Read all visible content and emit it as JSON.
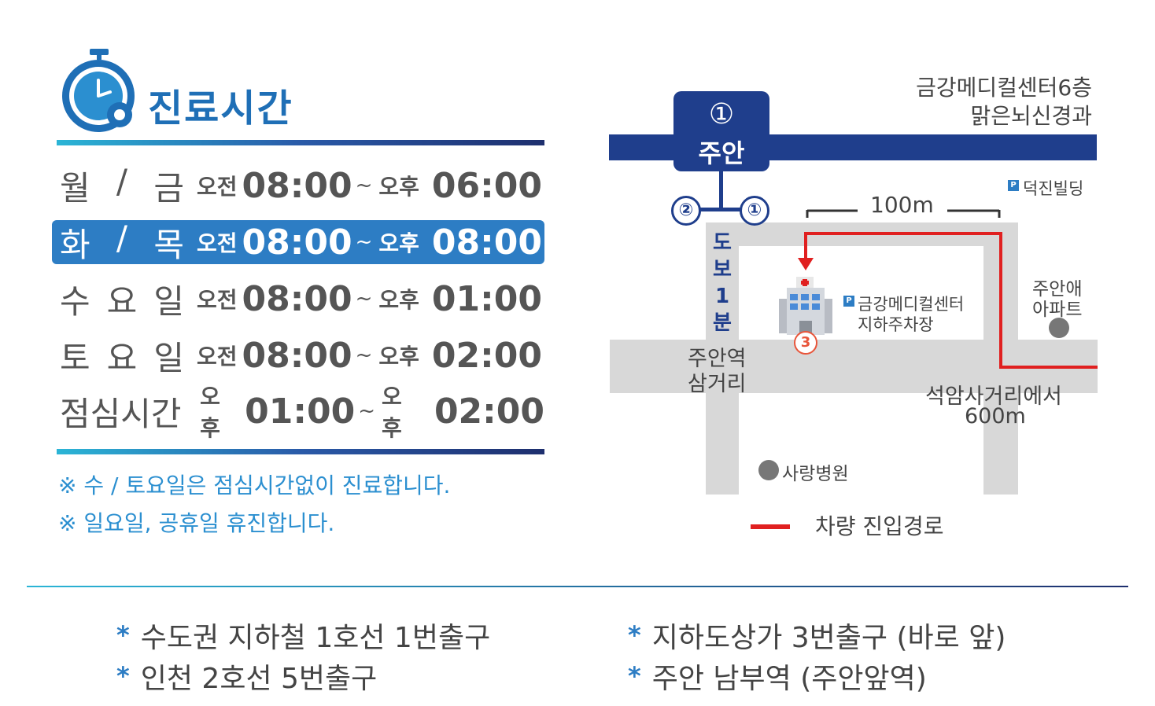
{
  "hours": {
    "title": "진료시간",
    "rows": [
      {
        "day": [
          "월",
          "/",
          "금"
        ],
        "am": "오전",
        "open": "08:00",
        "tilde": "~",
        "pm": "오후",
        "close": "06:00"
      },
      {
        "day": [
          "화",
          "/",
          "목"
        ],
        "am": "오전",
        "open": "08:00",
        "tilde": "~",
        "pm": "오후",
        "close": "08:00"
      },
      {
        "day": [
          "수",
          "요",
          "일"
        ],
        "am": "오전",
        "open": "08:00",
        "tilde": "~",
        "pm": "오후",
        "close": "01:00"
      },
      {
        "day": [
          "토",
          "요",
          "일"
        ],
        "am": "오전",
        "open": "08:00",
        "tilde": "~",
        "pm": "오후",
        "close": "02:00"
      },
      {
        "day": [
          "점심시간"
        ],
        "am": "오후",
        "open": "01:00",
        "tilde": "~",
        "pm": "오후",
        "close": "02:00"
      }
    ],
    "notes": [
      "※ 수 / 토요일은 점심시간없이 진료합니다.",
      "※ 일요일, 공휴일 휴진합니다."
    ]
  },
  "map": {
    "clinic_line1": "금강메디컬센터6층",
    "clinic_line2": "맑은뇌신경과",
    "station_num": "①",
    "station_name": "주안",
    "exit_2": "②",
    "exit_1": "①",
    "walk": [
      "도",
      "보",
      "1",
      "분"
    ],
    "distance": "100m",
    "parking_mark": "P",
    "deokjin": "덕진빌딩",
    "parking_line1": "금강메디컬센터",
    "parking_line2": "지하주차장",
    "building_num": "3",
    "juan_apt_1": "주안애",
    "juan_apt_2": "아파트",
    "junction_1": "주안역",
    "junction_2": "삼거리",
    "seokam_1": "석암사거리에서",
    "seokam_2": "600m",
    "hospital": "사랑병원",
    "legend": "차량 진입경로",
    "route_color": "#e02020",
    "line_color": "#1f3e8c"
  },
  "transit": {
    "left": [
      "수도권 지하철 1호선 1번출구",
      "인천 2호선 5번출구"
    ],
    "right": [
      "지하도상가 3번출구 (바로 앞)",
      "주안 남부역 (주안앞역)"
    ],
    "bullet": "*"
  }
}
